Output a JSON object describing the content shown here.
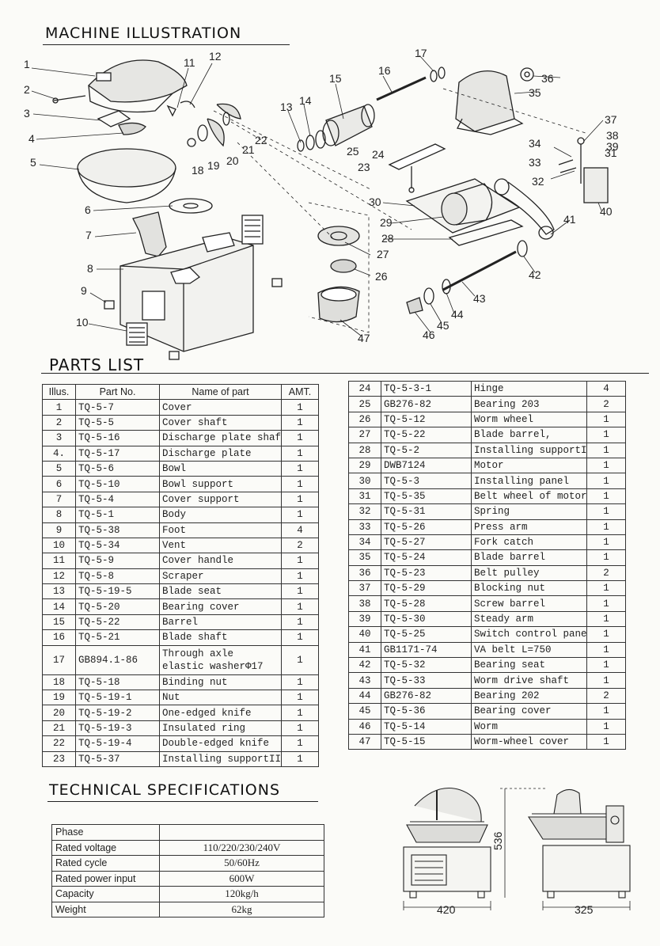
{
  "titles": {
    "machine_illustration": "MACHINE ILLUSTRATION",
    "parts_list": "PARTS LIST",
    "technical_specifications": "TECHNICAL SPECIFICATIONS"
  },
  "callouts": [
    "1",
    "2",
    "3",
    "4",
    "5",
    "6",
    "7",
    "8",
    "9",
    "10",
    "11",
    "12",
    "13",
    "14",
    "15",
    "16",
    "17",
    "18",
    "19",
    "20",
    "21",
    "22",
    "23",
    "24",
    "25",
    "26",
    "27",
    "28",
    "29",
    "30",
    "31",
    "32",
    "33",
    "34",
    "35",
    "36",
    "37",
    "38",
    "39",
    "40",
    "41",
    "42",
    "43",
    "44",
    "45",
    "46",
    "47"
  ],
  "parts_header": {
    "illus": "Illus.",
    "part_no": "Part No.",
    "name": "Name of part",
    "amt": "AMT."
  },
  "parts_left": [
    {
      "illus": "1",
      "part_no": "TQ-5-7",
      "name": "Cover",
      "amt": "1"
    },
    {
      "illus": "2",
      "part_no": "TQ-5-5",
      "name": "Cover shaft",
      "amt": "1"
    },
    {
      "illus": "3",
      "part_no": "TQ-5-16",
      "name": "Discharge plate shaft",
      "amt": "1"
    },
    {
      "illus": "4.",
      "part_no": "TQ-5-17",
      "name": "Discharge plate",
      "amt": "1"
    },
    {
      "illus": "5",
      "part_no": "TQ-5-6",
      "name": "Bowl",
      "amt": "1"
    },
    {
      "illus": "6",
      "part_no": "TQ-5-10",
      "name": "Bowl support",
      "amt": "1"
    },
    {
      "illus": "7",
      "part_no": "TQ-5-4",
      "name": "Cover support",
      "amt": "1"
    },
    {
      "illus": "8",
      "part_no": "TQ-5-1",
      "name": "Body",
      "amt": "1"
    },
    {
      "illus": "9",
      "part_no": "TQ-5-38",
      "name": "Foot",
      "amt": "4"
    },
    {
      "illus": "10",
      "part_no": "TQ-5-34",
      "name": "Vent",
      "amt": "2"
    },
    {
      "illus": "11",
      "part_no": "TQ-5-9",
      "name": "Cover handle",
      "amt": "1"
    },
    {
      "illus": "12",
      "part_no": "TQ-5-8",
      "name": "Scraper",
      "amt": "1"
    },
    {
      "illus": "13",
      "part_no": "TQ-5-19-5",
      "name": "Blade seat",
      "amt": "1"
    },
    {
      "illus": "14",
      "part_no": "TQ-5-20",
      "name": "Bearing cover",
      "amt": "1"
    },
    {
      "illus": "15",
      "part_no": "TQ-5-22",
      "name": "Barrel",
      "amt": "1"
    },
    {
      "illus": "16",
      "part_no": "TQ-5-21",
      "name": "Blade shaft",
      "amt": "1"
    },
    {
      "illus": "17",
      "part_no": "GB894.1-86",
      "name": "Through axle elastic washerΦ17",
      "amt": "1"
    },
    {
      "illus": "18",
      "part_no": "TQ-5-18",
      "name": "Binding nut",
      "amt": "1"
    },
    {
      "illus": "19",
      "part_no": "TQ-5-19-1",
      "name": "Nut",
      "amt": "1"
    },
    {
      "illus": "20",
      "part_no": "TQ-5-19-2",
      "name": "One-edged knife",
      "amt": "1"
    },
    {
      "illus": "21",
      "part_no": "TQ-5-19-3",
      "name": "Insulated ring",
      "amt": "1"
    },
    {
      "illus": "22",
      "part_no": "TQ-5-19-4",
      "name": "Double-edged knife",
      "amt": "1"
    },
    {
      "illus": "23",
      "part_no": "TQ-5-37",
      "name": "Installing supportII",
      "amt": "1"
    }
  ],
  "parts_right": [
    {
      "illus": "24",
      "part_no": "TQ-5-3-1",
      "name": "Hinge",
      "amt": "4"
    },
    {
      "illus": "25",
      "part_no": "GB276-82",
      "name": "Bearing 203",
      "amt": "2"
    },
    {
      "illus": "26",
      "part_no": "TQ-5-12",
      "name": "Worm wheel",
      "amt": "1"
    },
    {
      "illus": "27",
      "part_no": "TQ-5-22",
      "name": "Blade barrel,",
      "amt": "1"
    },
    {
      "illus": "28",
      "part_no": "TQ-5-2",
      "name": "Installing supportI",
      "amt": "1"
    },
    {
      "illus": "29",
      "part_no": "DWB7124",
      "name": "Motor",
      "amt": "1"
    },
    {
      "illus": "30",
      "part_no": "TQ-5-3",
      "name": "Installing panel",
      "amt": "1"
    },
    {
      "illus": "31",
      "part_no": "TQ-5-35",
      "name": "Belt wheel of motor",
      "amt": "1"
    },
    {
      "illus": "32",
      "part_no": "TQ-5-31",
      "name": "Spring",
      "amt": "1"
    },
    {
      "illus": "33",
      "part_no": "TQ-5-26",
      "name": "Press arm",
      "amt": "1"
    },
    {
      "illus": "34",
      "part_no": "TQ-5-27",
      "name": "Fork catch",
      "amt": "1"
    },
    {
      "illus": "35",
      "part_no": "TQ-5-24",
      "name": "Blade barrel",
      "amt": "1"
    },
    {
      "illus": "36",
      "part_no": "TQ-5-23",
      "name": "Belt pulley",
      "amt": "2"
    },
    {
      "illus": "37",
      "part_no": "TQ-5-29",
      "name": "Blocking nut",
      "amt": "1"
    },
    {
      "illus": "38",
      "part_no": "TQ-5-28",
      "name": "Screw barrel",
      "amt": "1"
    },
    {
      "illus": "39",
      "part_no": "TQ-5-30",
      "name": "Steady arm",
      "amt": "1"
    },
    {
      "illus": "40",
      "part_no": "TQ-5-25",
      "name": "Switch control panel",
      "amt": "1"
    },
    {
      "illus": "41",
      "part_no": "GB1171-74",
      "name": "VA belt L=750",
      "amt": "1"
    },
    {
      "illus": "42",
      "part_no": "TQ-5-32",
      "name": "Bearing seat",
      "amt": "1"
    },
    {
      "illus": "43",
      "part_no": "TQ-5-33",
      "name": "Worm drive shaft",
      "amt": "1"
    },
    {
      "illus": "44",
      "part_no": "GB276-82",
      "name": "Bearing 202",
      "amt": "2"
    },
    {
      "illus": "45",
      "part_no": "TQ-5-36",
      "name": "Bearing cover",
      "amt": "1"
    },
    {
      "illus": "46",
      "part_no": "TQ-5-14",
      "name": "Worm",
      "amt": "1"
    },
    {
      "illus": "47",
      "part_no": "TQ-5-15",
      "name": "Worm-wheel cover",
      "amt": "1"
    }
  ],
  "specs": [
    {
      "label": "Phase",
      "value": ""
    },
    {
      "label": "Rated voltage",
      "value": "110/220/230/240V"
    },
    {
      "label": "Rated cycle",
      "value": "50/60Hz"
    },
    {
      "label": "Rated power input",
      "value": "600W"
    },
    {
      "label": "Capacity",
      "value": "120kg/h"
    },
    {
      "label": "Weight",
      "value": "62kg"
    }
  ],
  "dimensions": {
    "width_front": "420",
    "height": "536",
    "depth_side": "325"
  }
}
